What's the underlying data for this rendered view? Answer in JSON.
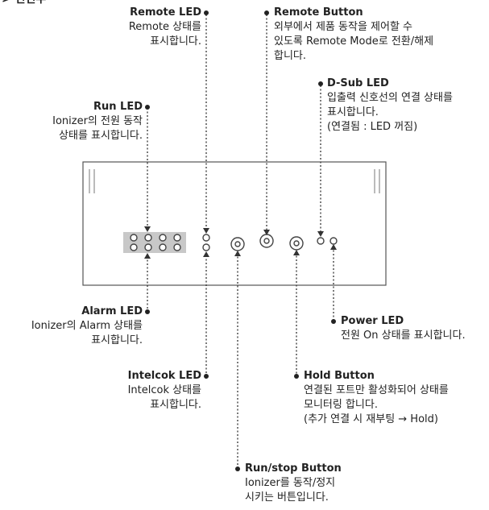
{
  "header": {
    "partial_title": "> 전면부"
  },
  "annotations": {
    "remote_led": {
      "title": "Remote LED",
      "lines": [
        "Remote 상태를",
        "표시합니다."
      ]
    },
    "remote_button": {
      "title": "Remote Button",
      "lines": [
        "외부에서 제품 동작을 제어할 수",
        "있도록 Remote Mode로 전환/해제",
        "합니다."
      ]
    },
    "dsub_led": {
      "title": "D-Sub LED",
      "lines": [
        "입출력 신호선의 연결 상태를",
        "표시합니다.",
        "(연결됨 : LED 꺼짐)"
      ]
    },
    "run_led": {
      "title": "Run LED",
      "lines": [
        "Ionizer의 전원 동작",
        "상태를 표시합니다."
      ]
    },
    "alarm_led": {
      "title": "Alarm LED",
      "lines": [
        "Ionizer의 Alarm 상태를",
        "표시합니다."
      ]
    },
    "power_led": {
      "title": "Power LED",
      "lines": [
        "전원 On 상태를 표시합니다."
      ]
    },
    "intelcok_led": {
      "title": "Intelcok LED",
      "lines": [
        "Intelcok 상태를",
        "표시합니다."
      ]
    },
    "hold_button": {
      "title": "Hold Button",
      "lines": [
        "연결된 포트만 활성화되어 상태를",
        "모니터링 합니다.",
        "(추가 연결 시 재부팅 → Hold)"
      ]
    },
    "run_stop_button": {
      "title": "Run/stop Button",
      "lines": [
        "Ionizer를 동작/정지",
        "시키는 버튼입니다."
      ]
    }
  }
}
